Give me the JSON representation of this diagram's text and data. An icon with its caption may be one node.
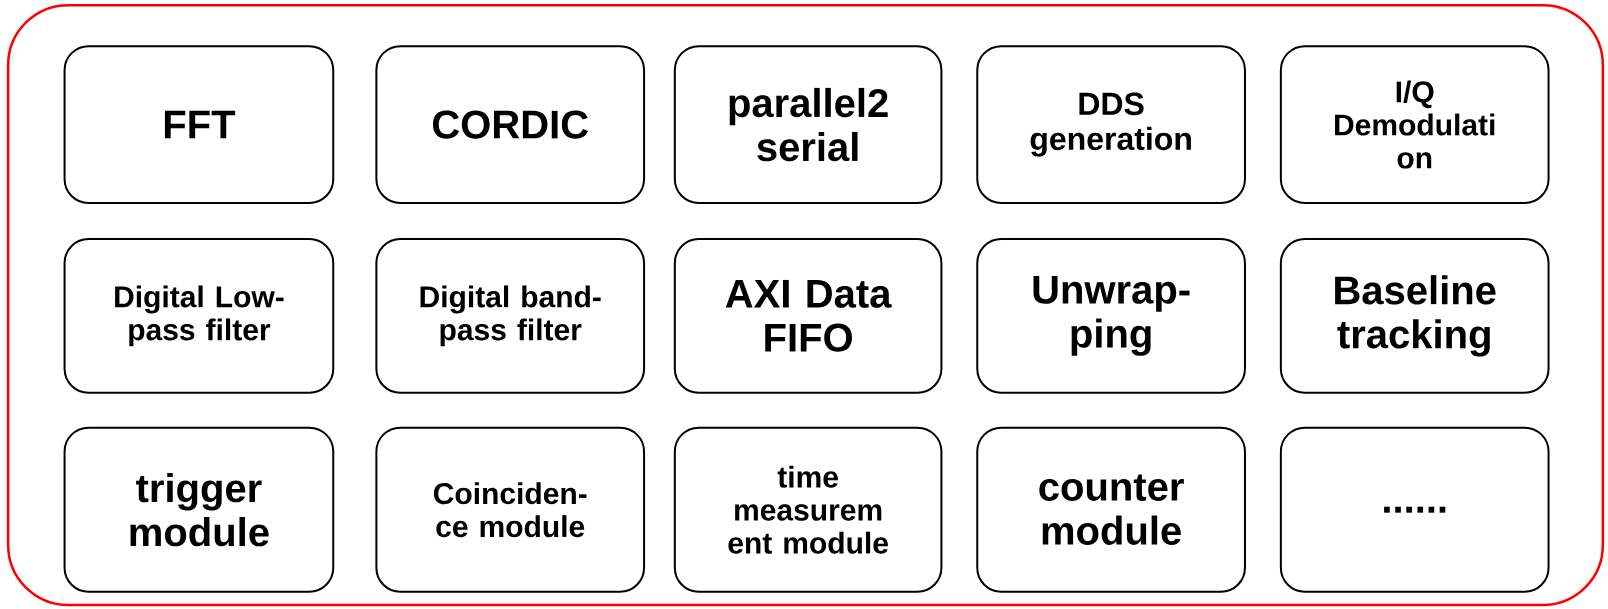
{
  "diagram": {
    "nodes": [
      {
        "text": [],
        "shape": "box"
      },
      {
        "text": [
          "FFT"
        ],
        "in": 0
      },
      {
        "text": [
          "CORDIC"
        ],
        "in": 0
      },
      {
        "text": [
          "parallel2 serial"
        ],
        "in": 0
      },
      {
        "text": [
          "DDS generation"
        ],
        "in": 0
      },
      {
        "text": [
          "I/Q Demodulati on"
        ],
        "in": 0
      },
      {
        "text": [
          "Digital Low- pass filter"
        ],
        "in": 0
      },
      {
        "text": [
          "Digital band-pass filter"
        ],
        "in": 0
      },
      {
        "text": [
          "AXI Data FIFO"
        ],
        "in": 0
      },
      {
        "text": [
          "Unwrap- ping"
        ],
        "in": 0
      },
      {
        "text": [
          "Baseline tracking"
        ],
        "in": 0
      },
      {
        "text": [
          "trigger module"
        ],
        "in": 0
      },
      {
        "text": [
          "Coinciden- ce module"
        ],
        "in": 0
      },
      {
        "text": [
          "time measurem ent module"
        ],
        "in": 0
      },
      {
        "text": [
          "counter module"
        ],
        "in": 0
      },
      {
        "text": [
          "......"
        ],
        "in": 0
      }
    ]
  }
}
